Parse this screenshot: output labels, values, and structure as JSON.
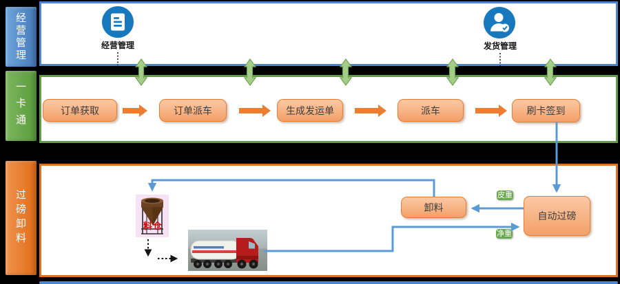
{
  "diagram": {
    "lanes": {
      "management": {
        "tab": "经营管理",
        "modules": [
          {
            "label": "经营管理",
            "icon": "document-icon"
          },
          {
            "label": "发货管理",
            "icon": "person-badge-icon"
          }
        ]
      },
      "onecard": {
        "tab": "一卡通",
        "steps": [
          {
            "label": "订单获取"
          },
          {
            "label": "订单派车"
          },
          {
            "label": "生成发运单"
          },
          {
            "label": "派车"
          },
          {
            "label": "刷卡签到"
          }
        ]
      },
      "weighing": {
        "tab": "过磅卸料",
        "silo_label": "料仓",
        "unload_label": "卸料",
        "weigh_label": "自动过磅",
        "tare_label": "皮重",
        "net_label": "净重"
      }
    },
    "colors": {
      "lane_management_border": "#4a86c8",
      "lane_onecard_border": "#5f9e41",
      "lane_weighing_border": "#e2711d",
      "process_box_fill": "#f5a874",
      "process_box_border": "#e87d31",
      "flow_arrow": "#ed7d31",
      "connector_blue": "#5b9bd5",
      "sync_arrow_green": "#a5cd8a",
      "weight_badge_green": "#6aa84f",
      "module_icon_blue": "#1878be",
      "silo_text_red": "#e00000"
    }
  }
}
